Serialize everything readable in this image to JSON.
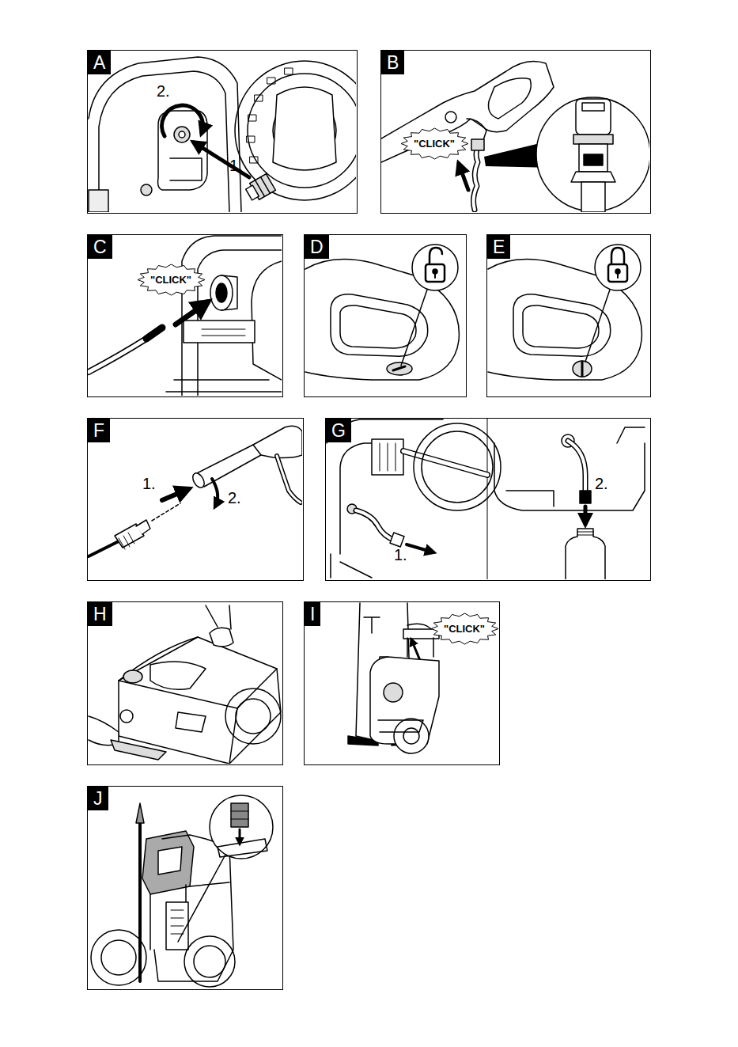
{
  "diagram": {
    "nodes": [
      {
        "text": [
          "A"
        ]
      },
      {
        "text": [
          "B"
        ]
      },
      {
        "text": [
          "\"CLICK\""
        ],
        "in": 1
      },
      {
        "text": [
          "C"
        ]
      },
      {
        "text": [
          "\"CLICK\""
        ],
        "in": 3
      },
      {
        "text": [
          "D"
        ]
      },
      {
        "text": [
          "E"
        ]
      },
      {
        "text": [
          "F"
        ]
      },
      {
        "text": [
          "G"
        ]
      },
      {
        "text": [
          "H"
        ]
      },
      {
        "text": [
          "I"
        ]
      },
      {
        "text": [
          "\"CLICK\""
        ],
        "in": 10
      },
      {
        "text": [
          "J"
        ]
      }
    ],
    "labels": [
      "2.",
      "1.",
      "1.",
      "2.",
      "1.",
      "2."
    ]
  }
}
